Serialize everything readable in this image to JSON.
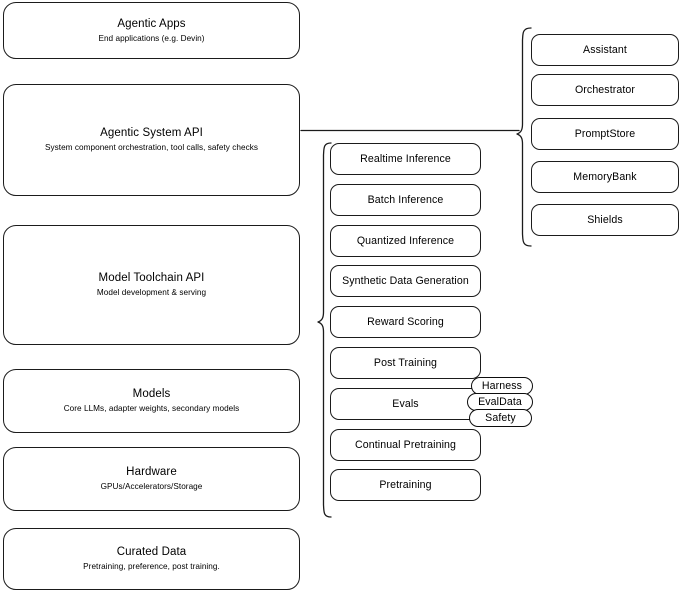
{
  "diagram": {
    "title": "AI stack layering diagram",
    "stroke_color": "#1b1b1b",
    "background_color": "#ffffff"
  },
  "layers": [
    {
      "name": "agentic-apps",
      "title": "Agentic Apps",
      "subtitle": "End applications (e.g. Devin)"
    },
    {
      "name": "agentic-system-api",
      "title": "Agentic System API",
      "subtitle": "System component orchestration, tool calls, safety checks"
    },
    {
      "name": "model-toolchain-api",
      "title": "Model Toolchain API",
      "subtitle": "Model development & serving"
    },
    {
      "name": "models",
      "title": "Models",
      "subtitle": "Core LLMs, adapter weights, secondary models"
    },
    {
      "name": "hardware",
      "title": "Hardware",
      "subtitle": "GPUs/Accelerators/Storage"
    },
    {
      "name": "curated-data",
      "title": "Curated Data",
      "subtitle": "Pretraining, preference, post training."
    }
  ],
  "agentic_components": [
    {
      "name": "assistant",
      "label": "Assistant"
    },
    {
      "name": "orchestrator",
      "label": "Orchestrator"
    },
    {
      "name": "promptstore",
      "label": "PromptStore"
    },
    {
      "name": "memorybank",
      "label": "MemoryBank"
    },
    {
      "name": "shields",
      "label": "Shields"
    }
  ],
  "toolchain_components": [
    {
      "name": "realtime-inference",
      "label": "Realtime Inference"
    },
    {
      "name": "batch-inference",
      "label": "Batch Inference"
    },
    {
      "name": "quantized-inference",
      "label": "Quantized Inference"
    },
    {
      "name": "synthetic-data-generation",
      "label": "Synthetic Data Generation"
    },
    {
      "name": "reward-scoring",
      "label": "Reward Scoring"
    },
    {
      "name": "post-training",
      "label": "Post Training"
    },
    {
      "name": "evals",
      "label": "Evals"
    },
    {
      "name": "continual-pretraining",
      "label": "Continual Pretraining"
    },
    {
      "name": "pretraining",
      "label": "Pretraining"
    }
  ],
  "eval_pills": [
    {
      "name": "harness",
      "label": "Harness"
    },
    {
      "name": "evaldata",
      "label": "EvalData"
    },
    {
      "name": "safety",
      "label": "Safety"
    }
  ]
}
